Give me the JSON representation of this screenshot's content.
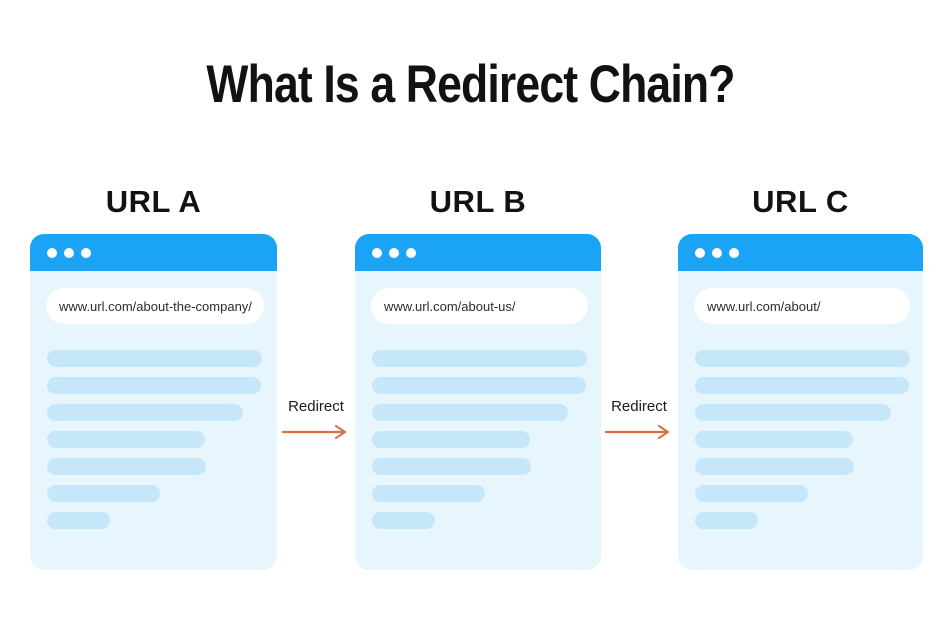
{
  "title": "What Is a Redirect Chain?",
  "colors": {
    "header_blue": "#1BA3F5",
    "window_body_blue": "#E7F5FD",
    "content_line_blue": "#C6E6F9",
    "address_bar_white": "#FFFFFF",
    "arrow_orange": "#D8714B",
    "text_black": "#121212"
  },
  "windows": [
    {
      "label": "URL A",
      "url": "www.url.com/about-the-company/",
      "content_line_widths": [
        215,
        214,
        196,
        158,
        159,
        113,
        63
      ]
    },
    {
      "label": "URL B",
      "url": "www.url.com/about-us/",
      "content_line_widths": [
        215,
        214,
        196,
        158,
        159,
        113,
        63
      ]
    },
    {
      "label": "URL C",
      "url": "www.url.com/about/",
      "content_line_widths": [
        215,
        214,
        196,
        158,
        159,
        113,
        63
      ]
    }
  ],
  "connectors": [
    {
      "label": "Redirect"
    },
    {
      "label": "Redirect"
    }
  ]
}
